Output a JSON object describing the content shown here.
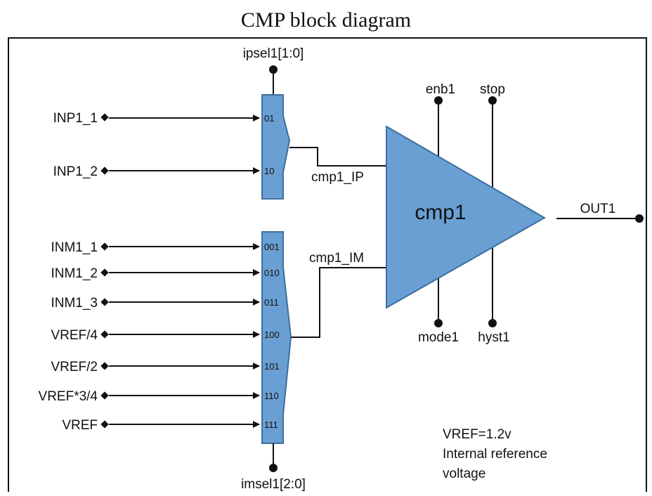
{
  "title": "CMP block diagram",
  "colors": {
    "block_fill": "#6a9fd4",
    "block_stroke": "#3d6f9c",
    "line": "#111111"
  },
  "mux1": {
    "select": "ipsel1[1:0]",
    "inputs": [
      {
        "name": "INP1_1",
        "code": "01"
      },
      {
        "name": "INP1_2",
        "code": "10"
      }
    ],
    "output": "cmp1_IP"
  },
  "mux2": {
    "select": "imsel1[2:0]",
    "inputs": [
      {
        "name": "INM1_1",
        "code": "001"
      },
      {
        "name": "INM1_2",
        "code": "010"
      },
      {
        "name": "INM1_3",
        "code": "011"
      },
      {
        "name": "VREF/4",
        "code": "100"
      },
      {
        "name": "VREF/2",
        "code": "101"
      },
      {
        "name": "VREF*3/4",
        "code": "110"
      },
      {
        "name": "VREF",
        "code": "111"
      }
    ],
    "output": "cmp1_IM"
  },
  "comparator": {
    "name": "cmp1",
    "top_pins": [
      "enb1",
      "stop"
    ],
    "bottom_pins": [
      "mode1",
      "hyst1"
    ],
    "output": "OUT1"
  },
  "note": [
    "VREF=1.2v",
    "Internal reference",
    "voltage"
  ]
}
